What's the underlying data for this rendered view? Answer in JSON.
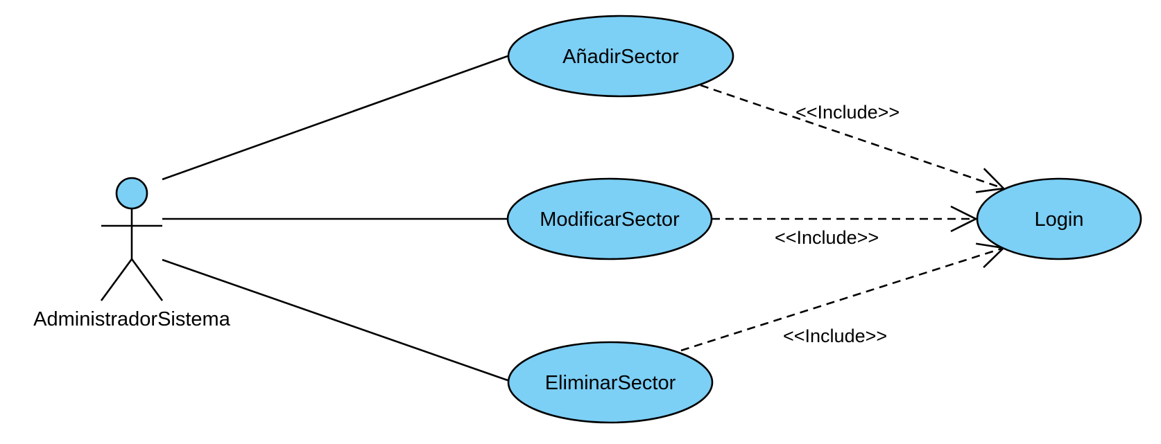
{
  "diagram": {
    "colors": {
      "usecase_fill": "#7ccff5",
      "line": "#000000",
      "background": "#ffffff"
    },
    "actor": {
      "name": "AdministradorSistema"
    },
    "use_cases": {
      "anadir": "AñadirSector",
      "modificar": "ModificarSector",
      "eliminar": "EliminarSector",
      "login": "Login"
    },
    "relations": {
      "include_label": "<<Include>>"
    }
  }
}
